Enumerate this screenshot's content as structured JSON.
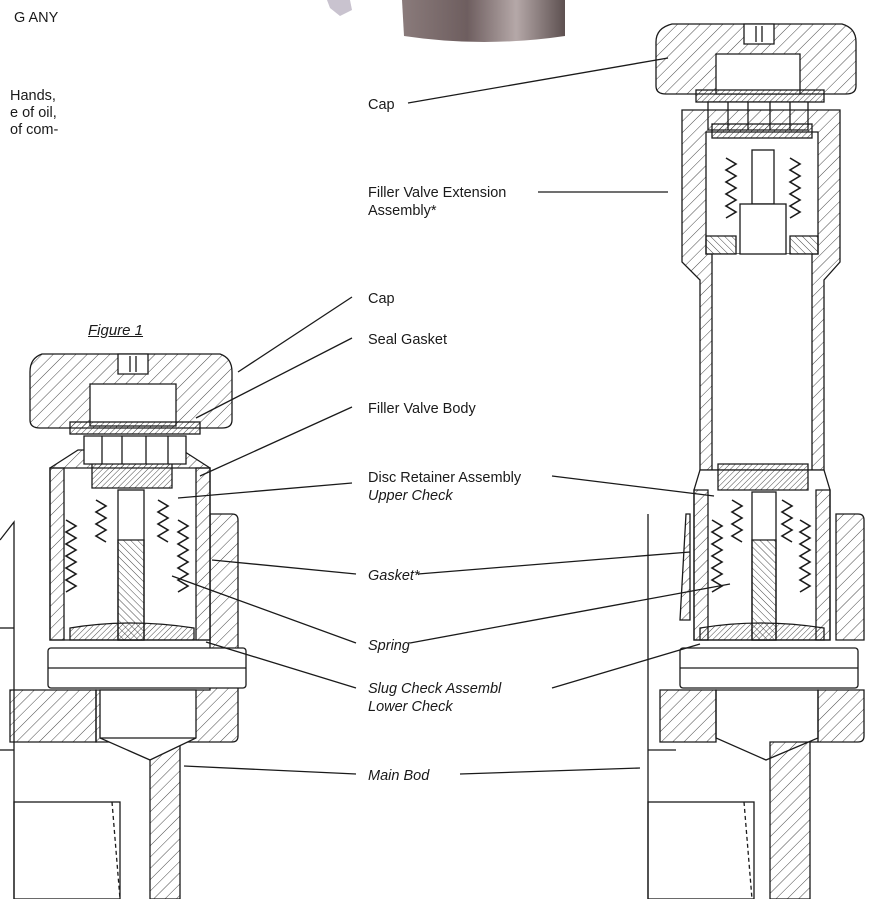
{
  "text_fragments": {
    "line1": "G ANY",
    "line2": "Hands,",
    "line3": "e of oil,",
    "line4": "of com-"
  },
  "figure_title": "Figure 1",
  "labels": {
    "cap_top": "Cap",
    "extension_line1": "Filler Valve Extension",
    "extension_line2": "Assembly*",
    "cap": "Cap",
    "seal_gasket": "Seal Gasket",
    "filler_valve_body": "Filler Valve Body",
    "disc_retainer_line1": "Disc Retainer Assembly",
    "disc_retainer_line2": "Upper Check",
    "gasket": "Gasket*",
    "spring": "Spring",
    "slug_check_line1": "Slug Check Assembl",
    "slug_check_line2": "Lower Check",
    "main_body": "Main Bod"
  },
  "colors": {
    "line": "#1a1a1a",
    "photo_dark": "#6e5e5f",
    "photo_light": "#c9c3cf"
  }
}
